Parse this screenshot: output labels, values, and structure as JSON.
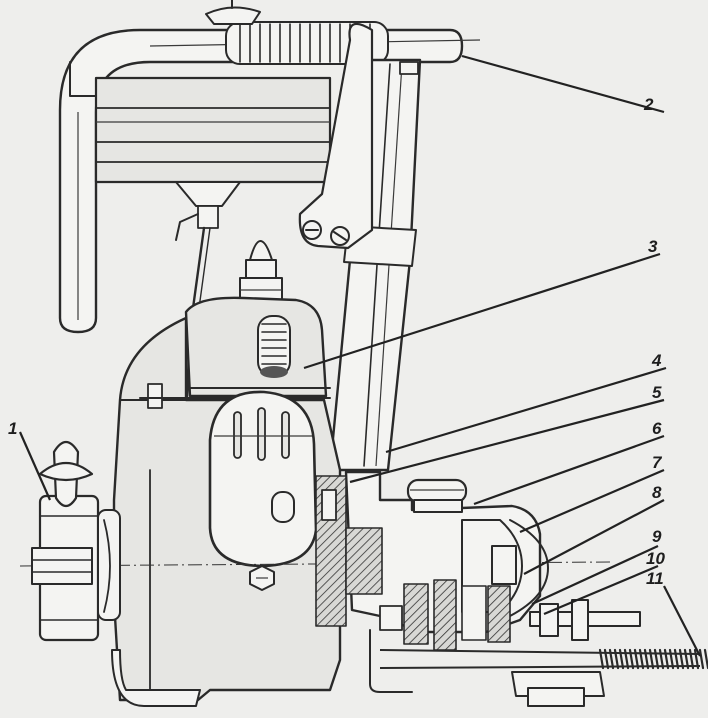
{
  "callouts": [
    {
      "id": "1",
      "label": "1"
    },
    {
      "id": "2",
      "label": "2"
    },
    {
      "id": "3",
      "label": "3"
    },
    {
      "id": "4",
      "label": "4"
    },
    {
      "id": "5",
      "label": "5"
    },
    {
      "id": "6",
      "label": "6"
    },
    {
      "id": "7",
      "label": "7"
    },
    {
      "id": "8",
      "label": "8"
    },
    {
      "id": "9",
      "label": "9"
    },
    {
      "id": "10",
      "label": "10"
    },
    {
      "id": "11",
      "label": "11"
    }
  ],
  "colors": {
    "paper": "#eeeeec",
    "ink": "#2a2a2a"
  }
}
